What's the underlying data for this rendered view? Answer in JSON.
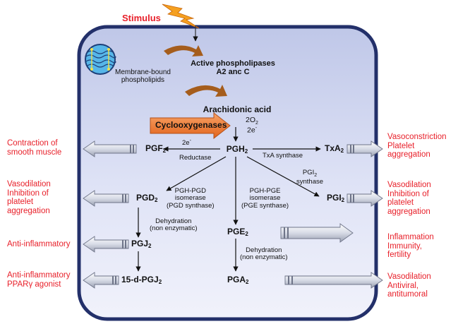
{
  "stimulus": "Stimulus",
  "membrane": {
    "line1": "Membrane-bound",
    "line2": "phospholipids"
  },
  "phospholipases": {
    "line1": "Active phospholipases",
    "line2": "A2 anc C"
  },
  "arachidonic": "Arachidonic acid",
  "cox": {
    "label": "Cyclooxygenases",
    "o2": "2O",
    "o2_sub": "2",
    "e": "2e",
    "e_sup": "-"
  },
  "nodes": {
    "pgh": {
      "main": "PGH",
      "sub": "2"
    },
    "pgf": {
      "main": "PGF",
      "sub": "2"
    },
    "txa": {
      "main": "TxA",
      "sub": "2"
    },
    "pgd": {
      "main": "PGD",
      "sub": "2"
    },
    "pgi": {
      "main": "PGI",
      "sub": "2"
    },
    "pgj": {
      "main": "PGJ",
      "sub": "2"
    },
    "pge": {
      "main": "PGE",
      "sub": "2"
    },
    "dpgj": {
      "main": "15-d-PGJ",
      "sub": "2"
    },
    "pga": {
      "main": "PGA",
      "sub": "2"
    }
  },
  "enzymes": {
    "reductase": "Reductase",
    "reductase_e": "2e",
    "reductase_e_sup": "-",
    "txa_synthase": "TxA synthase",
    "pgi_synthase": {
      "line1": "PGI",
      "line1_sub": "2",
      "line2": "synthase"
    },
    "pgd_isomerase": {
      "line1": "PGH-PGD",
      "line2": "isomerase",
      "line3": "(PGD synthase)"
    },
    "pge_isomerase": {
      "line1": "PGH-PGE",
      "line2": "isomerase",
      "line3": "(PGE synthase)"
    },
    "dehydration_left": {
      "line1": "Dehydration",
      "line2": "(non enzymatic)"
    },
    "dehydration_right": {
      "line1": "Dehydration",
      "line2": "(non enzymatic)"
    }
  },
  "effects_left": {
    "pgf": {
      "line1": "Contraction of",
      "line2": "smooth muscle"
    },
    "pgd": {
      "line1": "Vasodilation",
      "line2": "Inhibition of",
      "line3": "platelet",
      "line4": "aggregation"
    },
    "pgj": {
      "line1": "Anti-inflammatory"
    },
    "dpgj": {
      "line1": "Anti-inflammatory",
      "line2": "PPARγ agonist"
    }
  },
  "effects_right": {
    "txa": {
      "line1": "Vasoconstriction",
      "line2": "Platelet",
      "line3": "aggregation"
    },
    "pgi": {
      "line1": "Vasodilation",
      "line2": "Inhibition of",
      "line3": "platelet",
      "line4": "aggregation"
    },
    "pge": {
      "line1": "Inflammation",
      "line2": "Immunity,",
      "line3": "fertility"
    },
    "pga": {
      "line1": "Vasodilation",
      "line2": "Antiviral,",
      "line3": "antitumoral"
    }
  },
  "colors": {
    "cell_fill_top": "#c6cdea",
    "cell_fill_bottom": "#eef0fb",
    "cell_border": "#23306a",
    "effect_text": "#e8202a",
    "cox_arrow": "#f07a2e",
    "curved_arrow": "#a55d1c",
    "lightning": "#f5a020"
  }
}
